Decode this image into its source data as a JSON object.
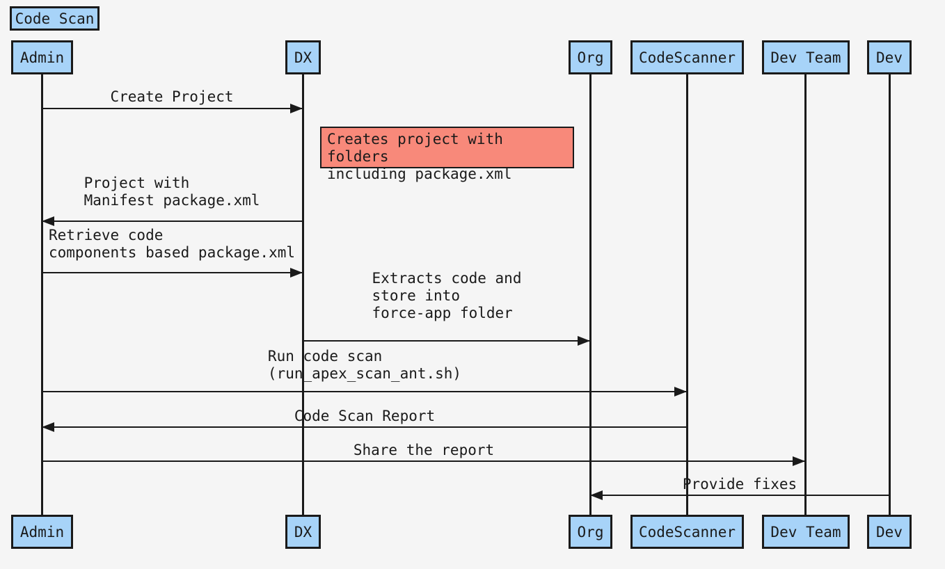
{
  "diagram": {
    "title": "Code Scan",
    "participants": {
      "admin": "Admin",
      "dx": "DX",
      "org": "Org",
      "codescanner": "CodeScanner",
      "devteam": "Dev Team",
      "dev": "Dev"
    },
    "messages": [
      {
        "from": "Admin",
        "to": "DX",
        "text": "Create Project"
      },
      {
        "from": "DX",
        "to": "Admin",
        "text": "Project with\nManifest package.xml"
      },
      {
        "from": "Admin",
        "to": "DX",
        "text": "Retrieve code\ncomponents based package.xml"
      },
      {
        "from": "DX",
        "to": "Org",
        "text": "Extracts code and\nstore into\nforce-app folder"
      },
      {
        "from": "Admin",
        "to": "CodeScanner",
        "text": "Run code scan\n(run_apex_scan_ant.sh)"
      },
      {
        "from": "CodeScanner",
        "to": "Admin",
        "text": "Code Scan Report"
      },
      {
        "from": "Admin",
        "to": "Dev Team",
        "text": "Share the report"
      },
      {
        "from": "Dev",
        "to": "Org",
        "text": "Provide fixes"
      }
    ],
    "note": {
      "attached_near": "DX",
      "text": "Creates project with folders\nincluding package.xml"
    },
    "colors": {
      "participant_fill": "#A7D3F8",
      "note_fill": "#F8897A",
      "line": "#1A1A1A",
      "background": "#F5F5F5"
    }
  }
}
